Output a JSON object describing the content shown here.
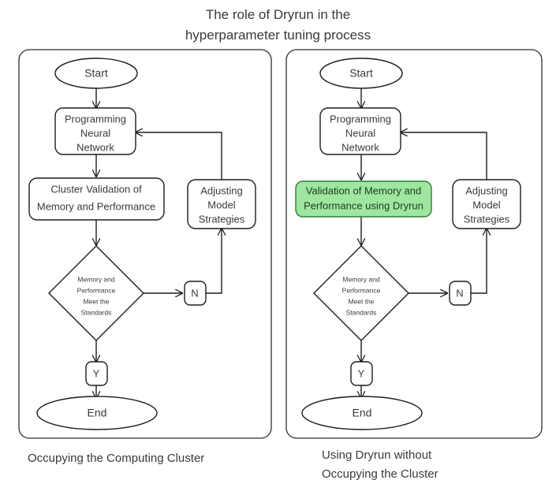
{
  "title": {
    "line1": "The role of Dryrun in the",
    "line2": "hyperparameter tuning process"
  },
  "colors": {
    "background": "#ffffff",
    "stroke": "#1d1d1d",
    "text": "#3a3a3a",
    "panel_border": "#2f2f2f",
    "highlight_fill": "#9fe6a0",
    "highlight_stroke": "#2e7d32"
  },
  "panels": [
    {
      "id": "left",
      "caption": {
        "line1": "Occupying the Computing Cluster",
        "line2": ""
      },
      "nodes": {
        "start": "Start",
        "programming": {
          "l1": "Programming",
          "l2": "Neural",
          "l3": "Network"
        },
        "validation": {
          "l1": "Cluster Validation of",
          "l2": "Memory and Performance",
          "highlight": false
        },
        "adjusting": {
          "l1": "Adjusting",
          "l2": "Model",
          "l3": "Strategies"
        },
        "decision": {
          "l1": "Memory and",
          "l2": "Performance",
          "l3": "Meet the",
          "l4": "Standards"
        },
        "branch_no": "N",
        "branch_yes": "Y",
        "end": "End"
      }
    },
    {
      "id": "right",
      "caption": {
        "line1": "Using Dryrun without",
        "line2": "Occupying the Cluster"
      },
      "nodes": {
        "start": "Start",
        "programming": {
          "l1": "Programming",
          "l2": "Neural",
          "l3": "Network"
        },
        "validation": {
          "l1": "Validation of Memory and",
          "l2": "Performance using Dryrun",
          "highlight": true
        },
        "adjusting": {
          "l1": "Adjusting",
          "l2": "Model",
          "l3": "Strategies"
        },
        "decision": {
          "l1": "Memory and",
          "l2": "Performance",
          "l3": "Meet the",
          "l4": "Standards"
        },
        "branch_no": "N",
        "branch_yes": "Y",
        "end": "End"
      }
    }
  ]
}
